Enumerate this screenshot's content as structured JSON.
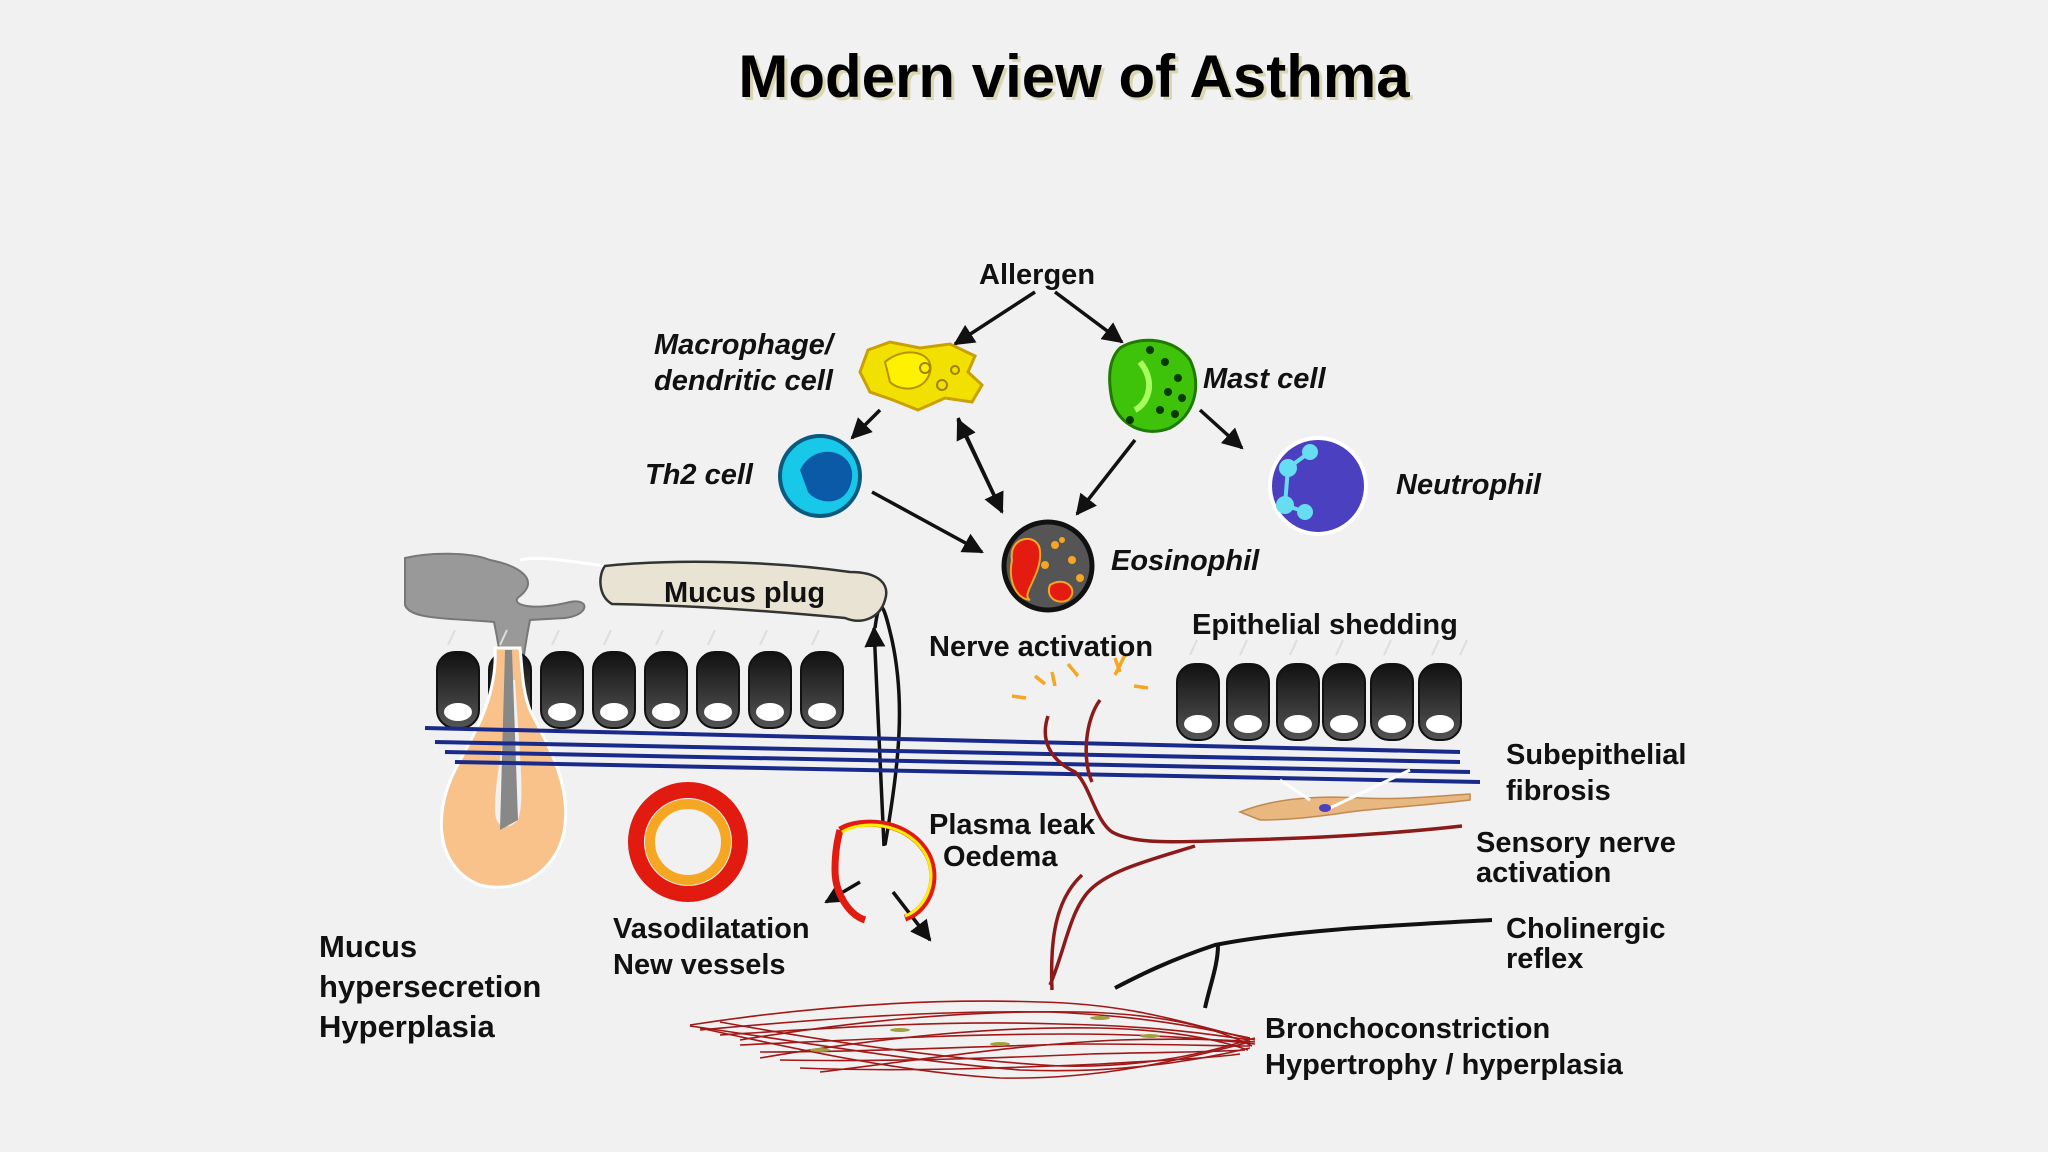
{
  "title": "Modern view of Asthma",
  "labels": {
    "allergen": "Allergen",
    "macrophage_1": "Macrophage/",
    "macrophage_2": "dendritic cell",
    "mast_cell": "Mast cell",
    "th2_cell": "Th2 cell",
    "neutrophil": "Neutrophil",
    "eosinophil": "Eosinophil",
    "mucus_plug": "Mucus plug",
    "nerve_activation": "Nerve activation",
    "epithelial_shedding": "Epithelial shedding",
    "subepithelial_1": "Subepithelial",
    "subepithelial_2": "fibrosis",
    "sensory_1": "Sensory nerve",
    "sensory_2": "activation",
    "cholinergic_1": "Cholinergic",
    "cholinergic_2": "reflex",
    "plasma_1": "Plasma leak",
    "plasma_2": "Oedema",
    "vaso_1": "Vasodilatation",
    "vaso_2": "New vessels",
    "mucus_1": "Mucus",
    "mucus_2": "hypersecretion",
    "mucus_3": "Hyperplasia",
    "broncho_1": "Bronchoconstriction",
    "broncho_2": "Hypertrophy / hyperplasia"
  },
  "colors": {
    "background": "#f1f1f1",
    "macrophage": "#f2e000",
    "mast_cell": "#4dd20c",
    "th2_cell": "#18c8e8",
    "neutrophil": "#4a40c0",
    "eosinophil": "#5a5a5a",
    "fibrosis": "#1a2a8a",
    "nerve": "#8b1a1a",
    "muscle": "#a01818",
    "vessel_outer": "#e21b10",
    "vessel_inner": "#f5a623",
    "gland": "#f9c28a",
    "mucus_plug": "#e8e3d2"
  }
}
